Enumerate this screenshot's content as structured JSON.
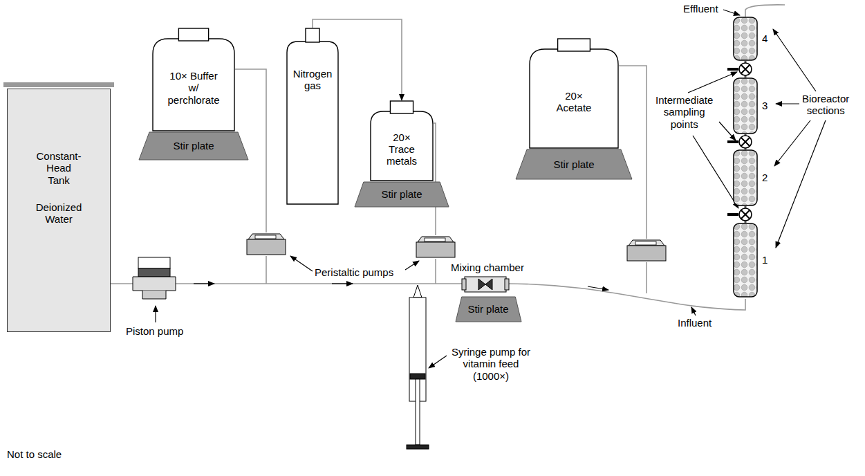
{
  "diagram": {
    "nodes": [
      {
        "text": [
          "Constant-Head Tank",
          "Deionized Water"
        ]
      },
      {
        "text": [
          "10× Buffer w/ perchlorate"
        ]
      },
      {
        "text": [
          "Stir plate"
        ]
      },
      {
        "text": [
          "Nitrogen gas"
        ]
      },
      {
        "text": [
          "20× Trace metals"
        ]
      },
      {
        "text": [
          "Stir plate"
        ]
      },
      {
        "text": [
          "20× Acetate"
        ]
      },
      {
        "text": [
          "Stir plate"
        ]
      },
      {
        "text": [
          "Stir plate"
        ]
      },
      {
        "text": [
          "4"
        ]
      },
      {
        "text": [
          "3"
        ]
      },
      {
        "text": [
          "2"
        ]
      },
      {
        "text": [
          "1"
        ]
      }
    ],
    "edges": [
      {
        "from": 3,
        "to": 4,
        "arrow": "to"
      },
      {
        "from": 12,
        "to": 11,
        "arrow": "none"
      },
      {
        "from": 11,
        "to": 10,
        "arrow": "none"
      },
      {
        "from": 10,
        "to": 9,
        "arrow": "none"
      }
    ],
    "labels": [
      "Peristaltic pumps",
      "Piston pump",
      "Mixing chamber",
      "Syringe pump for vitamin feed (1000×)",
      "Influent",
      "Effluent",
      "Intermediate sampling points",
      "Bioreactor sections",
      "Not to scale"
    ]
  }
}
